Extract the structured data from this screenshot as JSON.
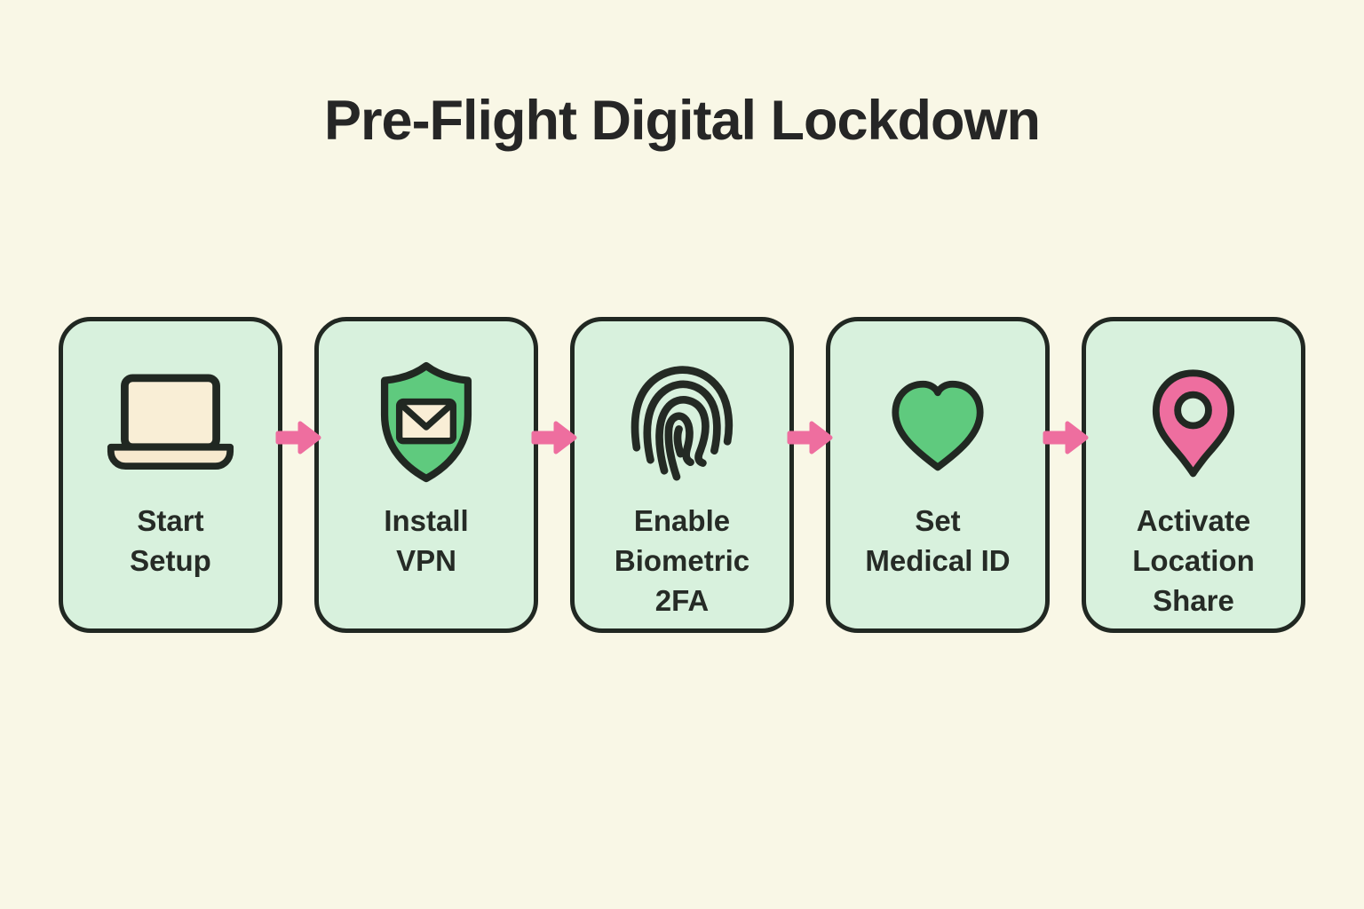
{
  "title": "Pre-Flight Digital Lockdown",
  "colors": {
    "background": "#F9F7E6",
    "card_fill": "#D8F1DD",
    "outline_dark": "#212822",
    "text_dark": "#262B26",
    "accent_green": "#5FCA7E",
    "accent_cream": "#F9EED6",
    "accent_pink": "#EE6E9F"
  },
  "steps": [
    {
      "label": "Start\nSetup",
      "icon": "laptop-icon"
    },
    {
      "label": "Install\nVPN",
      "icon": "shield-mail-icon"
    },
    {
      "label": "Enable\nBiometric\n2FA",
      "icon": "fingerprint-icon"
    },
    {
      "label": "Set\nMedical ID",
      "icon": "heart-icon"
    },
    {
      "label": "Activate\nLocation\nShare",
      "icon": "location-pin-icon"
    }
  ],
  "connector": {
    "icon": "arrow-right-icon",
    "color": "#EE6E9F",
    "count": 4
  }
}
